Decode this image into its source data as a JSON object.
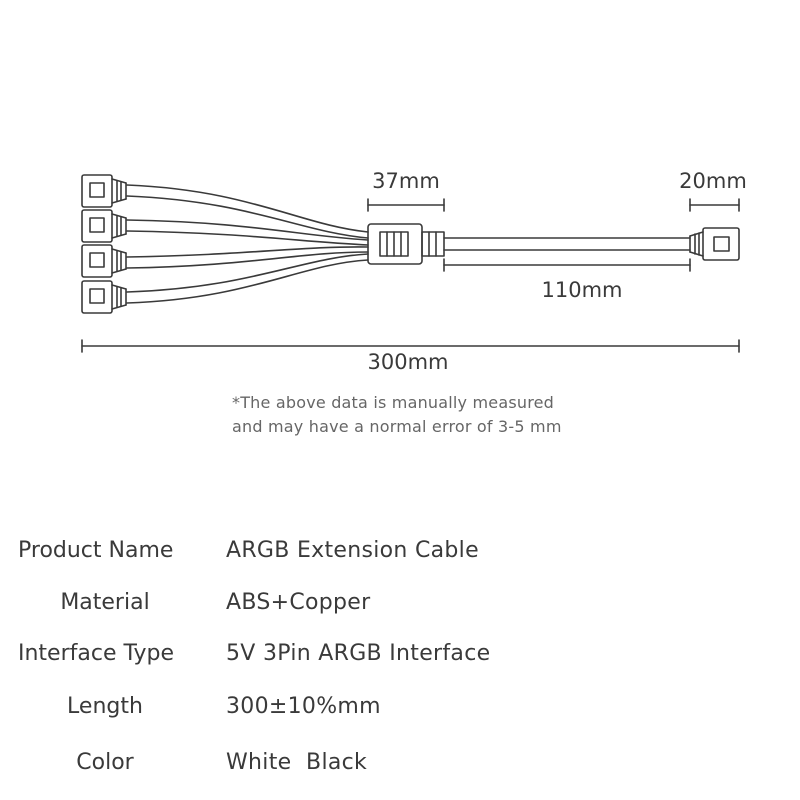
{
  "dimensions": {
    "splitter_width": "37mm",
    "connector_width": "20mm",
    "main_cable": "110mm",
    "total_length": "300mm"
  },
  "note": {
    "line1": "*The above data is manually measured",
    "line2": "and may have a normal error of 3-5 mm"
  },
  "specs": [
    {
      "label": "Product Name",
      "value": "ARGB Extension Cable"
    },
    {
      "label": "Material",
      "value": "ABS+Copper"
    },
    {
      "label": "Interface Type",
      "value": "5V 3Pin ARGB Interface"
    },
    {
      "label": "Length",
      "value": "300±10%mm"
    },
    {
      "label": "Color",
      "value": "White  Black"
    }
  ],
  "colors": {
    "line": "#3a3a3a",
    "text": "#3a3a3a",
    "note": "#666666"
  }
}
